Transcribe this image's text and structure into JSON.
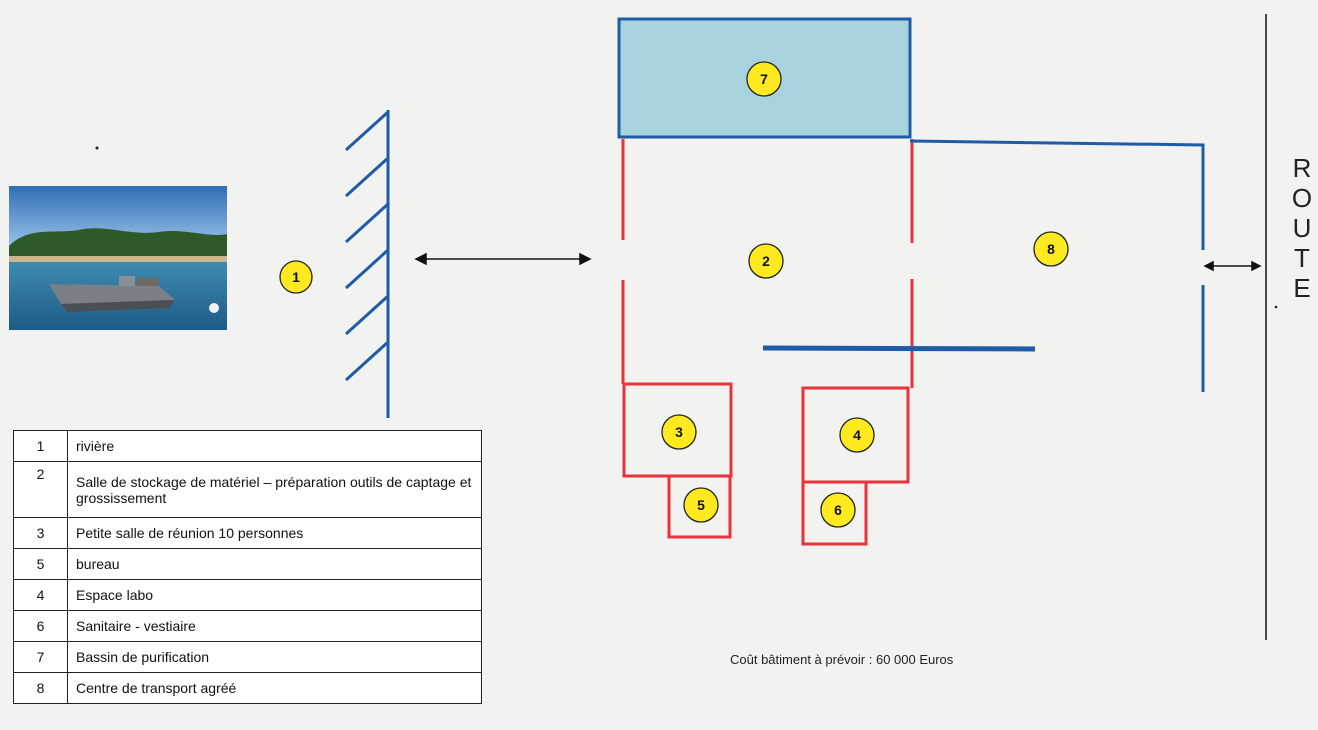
{
  "markers": [
    "1",
    "2",
    "3",
    "4",
    "5",
    "6",
    "7",
    "8"
  ],
  "legend": [
    {
      "num": "1",
      "label": "rivière"
    },
    {
      "num": "2",
      "label": "Salle de stockage de matériel – préparation outils de captage et grossissement"
    },
    {
      "num": "3",
      "label": "Petite salle de réunion 10 personnes"
    },
    {
      "num": "5",
      "label": "bureau"
    },
    {
      "num": "4",
      "label": "Espace labo"
    },
    {
      "num": "6",
      "label": "Sanitaire - vestiaire"
    },
    {
      "num": "7",
      "label": "Bassin de purification"
    },
    {
      "num": "8",
      "label": "Centre de transport agréé"
    }
  ],
  "cost_note": "Coût bâtiment à prévoir : 60 000 Euros",
  "road_letters": [
    "R",
    "O",
    "U",
    "T",
    "E"
  ],
  "colors": {
    "blue_line": "#1f5ba8",
    "red_wall": "#e8333b",
    "pool_fill": "#a9d3dc",
    "marker_fill": "#ffea1f"
  }
}
